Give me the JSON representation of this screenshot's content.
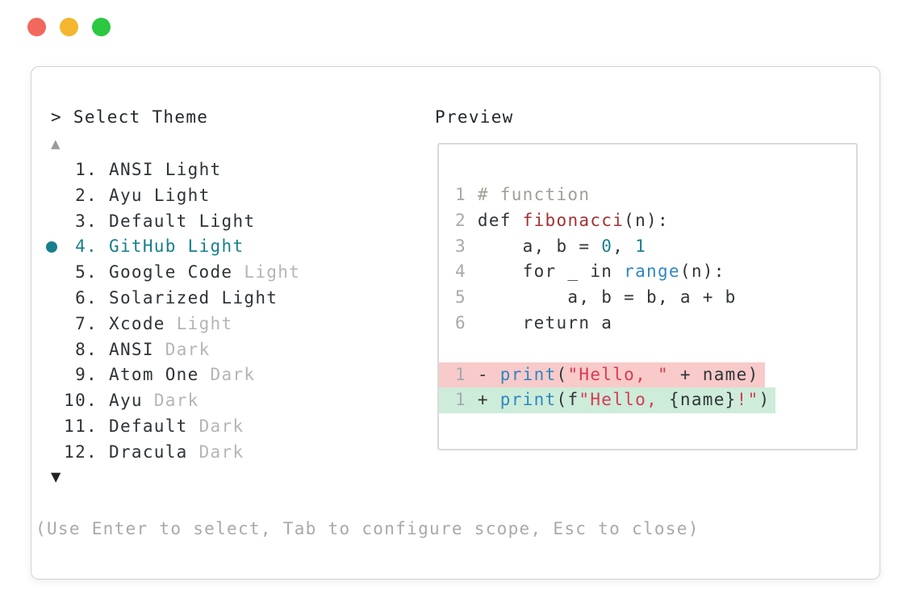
{
  "window": {
    "prompt": "> Select Theme",
    "footer_hint": "(Use Enter to select, Tab to configure scope, Esc to close)",
    "traffic_lights": [
      "#f2685c",
      "#f4b62e",
      "#2bc840"
    ]
  },
  "theme_list": {
    "up_arrow": "▲",
    "down_arrow": "▼",
    "items": [
      {
        "number": "1.",
        "name": "ANSI",
        "variant": "Light",
        "variant_muted": false,
        "selected": false
      },
      {
        "number": "2.",
        "name": "Ayu",
        "variant": "Light",
        "variant_muted": false,
        "selected": false
      },
      {
        "number": "3.",
        "name": "Default",
        "variant": "Light",
        "variant_muted": false,
        "selected": false
      },
      {
        "number": "4.",
        "name": "GitHub",
        "variant": "Light",
        "variant_muted": false,
        "selected": true
      },
      {
        "number": "5.",
        "name": "Google Code",
        "variant": "Light",
        "variant_muted": true,
        "selected": false
      },
      {
        "number": "6.",
        "name": "Solarized",
        "variant": "Light",
        "variant_muted": false,
        "selected": false
      },
      {
        "number": "7.",
        "name": "Xcode",
        "variant": "Light",
        "variant_muted": true,
        "selected": false
      },
      {
        "number": "8.",
        "name": "ANSI",
        "variant": "Dark",
        "variant_muted": true,
        "selected": false
      },
      {
        "number": "9.",
        "name": "Atom One",
        "variant": "Dark",
        "variant_muted": true,
        "selected": false
      },
      {
        "number": "10.",
        "name": "Ayu",
        "variant": "Dark",
        "variant_muted": true,
        "selected": false
      },
      {
        "number": "11.",
        "name": "Default",
        "variant": "Dark",
        "variant_muted": true,
        "selected": false
      },
      {
        "number": "12.",
        "name": "Dracula",
        "variant": "Dark",
        "variant_muted": true,
        "selected": false
      }
    ]
  },
  "preview": {
    "label": "Preview",
    "code_lines": [
      {
        "tokens": [
          {
            "t": "1 ",
            "c": "ln"
          },
          {
            "t": "# function",
            "c": "comment"
          }
        ]
      },
      {
        "tokens": [
          {
            "t": "2 ",
            "c": "ln"
          },
          {
            "t": "def ",
            "c": "code"
          },
          {
            "t": "fibonacci",
            "c": "func"
          },
          {
            "t": "(n):",
            "c": "code"
          }
        ]
      },
      {
        "tokens": [
          {
            "t": "3 ",
            "c": "ln"
          },
          {
            "t": "    a, b = ",
            "c": "code"
          },
          {
            "t": "0",
            "c": "number"
          },
          {
            "t": ", ",
            "c": "code"
          },
          {
            "t": "1",
            "c": "number"
          }
        ]
      },
      {
        "tokens": [
          {
            "t": "4 ",
            "c": "ln"
          },
          {
            "t": "    for _ in ",
            "c": "code"
          },
          {
            "t": "range",
            "c": "builtin"
          },
          {
            "t": "(n):",
            "c": "code"
          }
        ]
      },
      {
        "tokens": [
          {
            "t": "5 ",
            "c": "ln"
          },
          {
            "t": "        a, b = b, a + b",
            "c": "code"
          }
        ]
      },
      {
        "tokens": [
          {
            "t": "6 ",
            "c": "ln"
          },
          {
            "t": "    return a",
            "c": "code"
          }
        ]
      },
      {
        "tokens": []
      },
      {
        "diff": "removed",
        "tokens": [
          {
            "t": "1",
            "c": "ln"
          },
          {
            "t": " - ",
            "c": "code"
          },
          {
            "t": "print",
            "c": "builtin"
          },
          {
            "t": "(",
            "c": "code"
          },
          {
            "t": "\"Hello, \"",
            "c": "string"
          },
          {
            "t": " + name)",
            "c": "code"
          }
        ]
      },
      {
        "diff": "added",
        "tokens": [
          {
            "t": "1",
            "c": "ln"
          },
          {
            "t": " + ",
            "c": "code"
          },
          {
            "t": "print",
            "c": "builtin"
          },
          {
            "t": "(f",
            "c": "code"
          },
          {
            "t": "\"Hello, ",
            "c": "string"
          },
          {
            "t": "{name}",
            "c": "code"
          },
          {
            "t": "!\"",
            "c": "string"
          },
          {
            "t": ")",
            "c": "code"
          }
        ]
      }
    ]
  },
  "colors": {
    "accent_teal": "#17808a",
    "traffic_red": "#f2685c",
    "traffic_yellow": "#f4b62e",
    "traffic_green": "#2bc840",
    "diff_removed_bg": "#f8caca",
    "diff_added_bg": "#cdecd9",
    "string_red": "#d83a52",
    "function_red": "#a33131",
    "builtin_blue": "#2f87c4",
    "number_teal": "#1a7f8a",
    "comment_olive": "#9ca294",
    "muted_gray": "#b4b5b7"
  }
}
